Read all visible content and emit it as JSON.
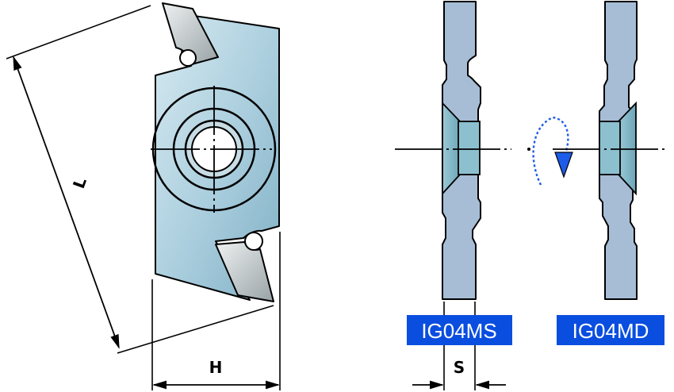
{
  "dimensions": {
    "length_label": "L",
    "height_label": "H",
    "thickness_label": "S"
  },
  "badges": {
    "left": "IG04MS",
    "right": "IG04MD"
  },
  "colors": {
    "badge_bg": "#0a4ee0",
    "insert_fill": "#a9cddd",
    "profile_fill": "#a7bdd6",
    "cutting_edge": "#bcc4c6",
    "rotation_arrow": "#1d5ce8"
  },
  "icons": {
    "rotation": "rotation-arrow-icon"
  }
}
